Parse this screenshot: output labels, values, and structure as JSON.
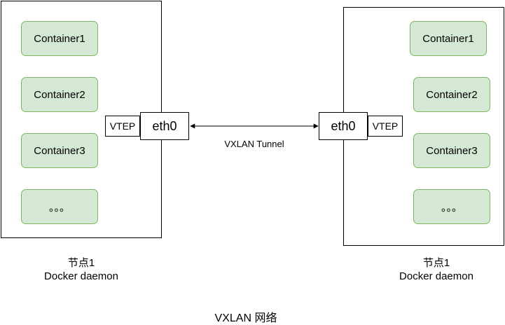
{
  "left_node": {
    "containers": [
      "Container1",
      "Container2",
      "Container3",
      "。。。"
    ],
    "vtep": "VTEP",
    "eth": "eth0",
    "caption_line1": "节点1",
    "caption_line2": "Docker daemon"
  },
  "right_node": {
    "containers": [
      "Container1",
      "Container2",
      "Container3",
      "。。。"
    ],
    "vtep": "VTEP",
    "eth": "eth0",
    "caption_line1": "节点1",
    "caption_line2": "Docker daemon"
  },
  "tunnel_label": "VXLAN Tunnel",
  "title": "VXLAN 网络",
  "colors": {
    "container_fill": "#d5e8d4",
    "container_border": "#82b366",
    "line": "#000000"
  }
}
